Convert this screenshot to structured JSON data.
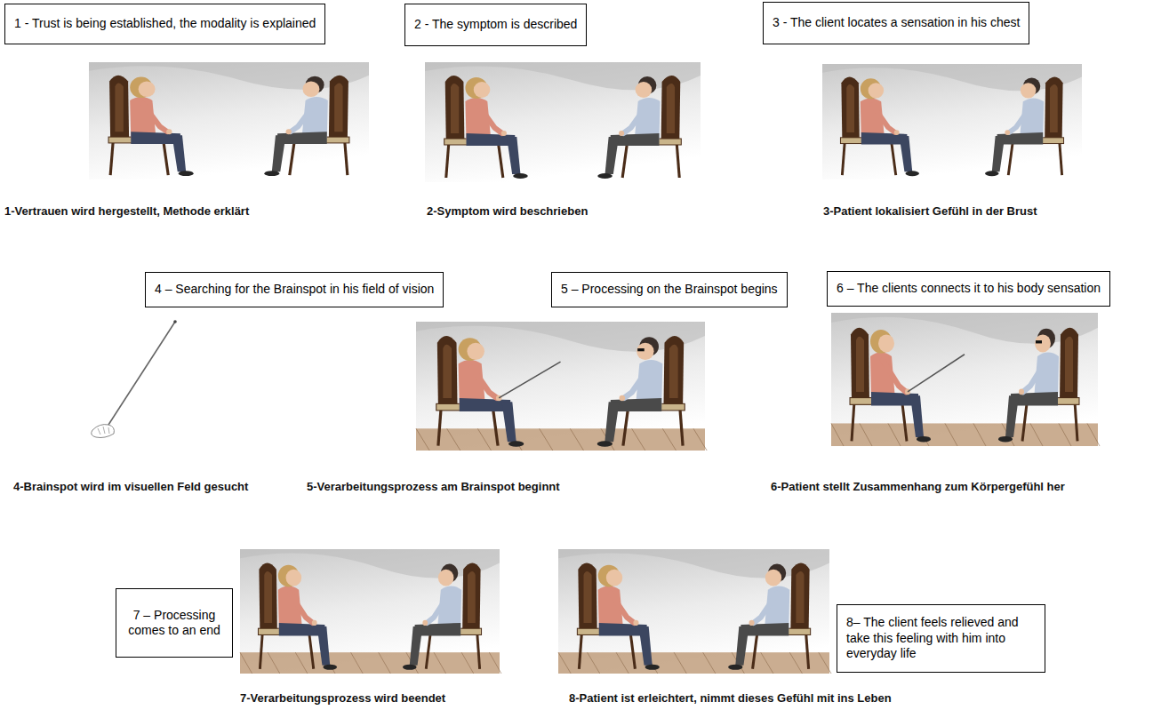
{
  "diagram": {
    "nodes": [
      {
        "text": [
          "1 - Trust is being established, the modality is explained"
        ]
      },
      {
        "text": [
          "2 - The symptom is described"
        ]
      },
      {
        "text": [
          "3 - The client locates a sensation in his chest"
        ]
      },
      {
        "text": [
          "4 – Searching for the Brainspot in his field of vision"
        ]
      },
      {
        "text": [
          "5 – Processing on the Brainspot begins"
        ]
      },
      {
        "text": [
          "6 – The clients connects it to his body sensation"
        ]
      },
      {
        "text": [
          "7 – Processing comes to an end"
        ]
      },
      {
        "text": [
          "8– The client feels relieved and take this feeling with him into everyday life"
        ]
      }
    ],
    "labels": [
      "1-Vertrauen wird hergestellt, Methode erklärt",
      "2-Symptom wird beschrieben",
      "3-Patient lokalisiert Gefühl in der Brust",
      "4-Brainspot wird im visuellen Feld gesucht",
      "5-Verarbeitungsprozess am Brainspot beginnt",
      "6-Patient stellt Zusammenhang zum Körpergefühl her",
      "7-Verarbeitungsprozess wird beendet",
      "8-Patient ist erleichtert, nimmt dieses Gefühl mit ins Leben"
    ]
  }
}
